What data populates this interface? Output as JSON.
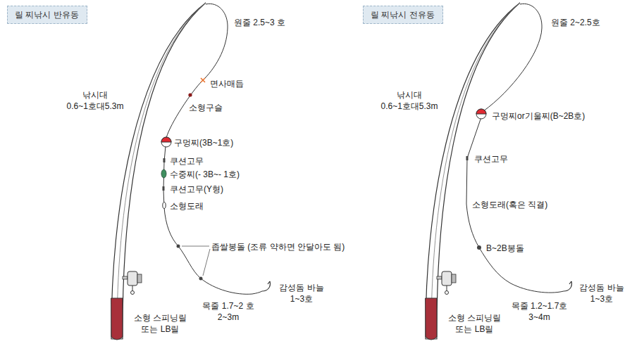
{
  "diagram": {
    "nodes": [
      {
        "text": [
          "릴 찌낚시 반유동"
        ]
      },
      {
        "text": [
          "릴 찌낚시 전유동"
        ]
      }
    ],
    "labels": [
      "원줄 2.5~3 호",
      "면사매듭",
      "낚시대 0.6~1호대5.3m",
      "소형구슬",
      "구멍찌(3B~1호)",
      "쿠션고무",
      "수중찌(- 3B~- 1호)",
      "쿠션고무(Y형)",
      "소형도래",
      "좁쌀봉돌 (조류 약하면 안달아도 됨)",
      "감성돔 바늘 1~3호",
      "목줄 1.7~2 호 2~3m",
      "소형 스피닝릴 또는 LB릴",
      "원줄 2~2.5호",
      "낚시대 0.6~1호대5.3m",
      "구멍찌or기울찌(B~2B호)",
      "쿠션고무",
      "소형도래(혹은 직결)",
      "B~2B봉돌",
      "감성돔 바늘 1~3호",
      "목줄 1.2~1.7호 3~4m",
      "소형 스피닝릴 또는 LB릴"
    ]
  }
}
